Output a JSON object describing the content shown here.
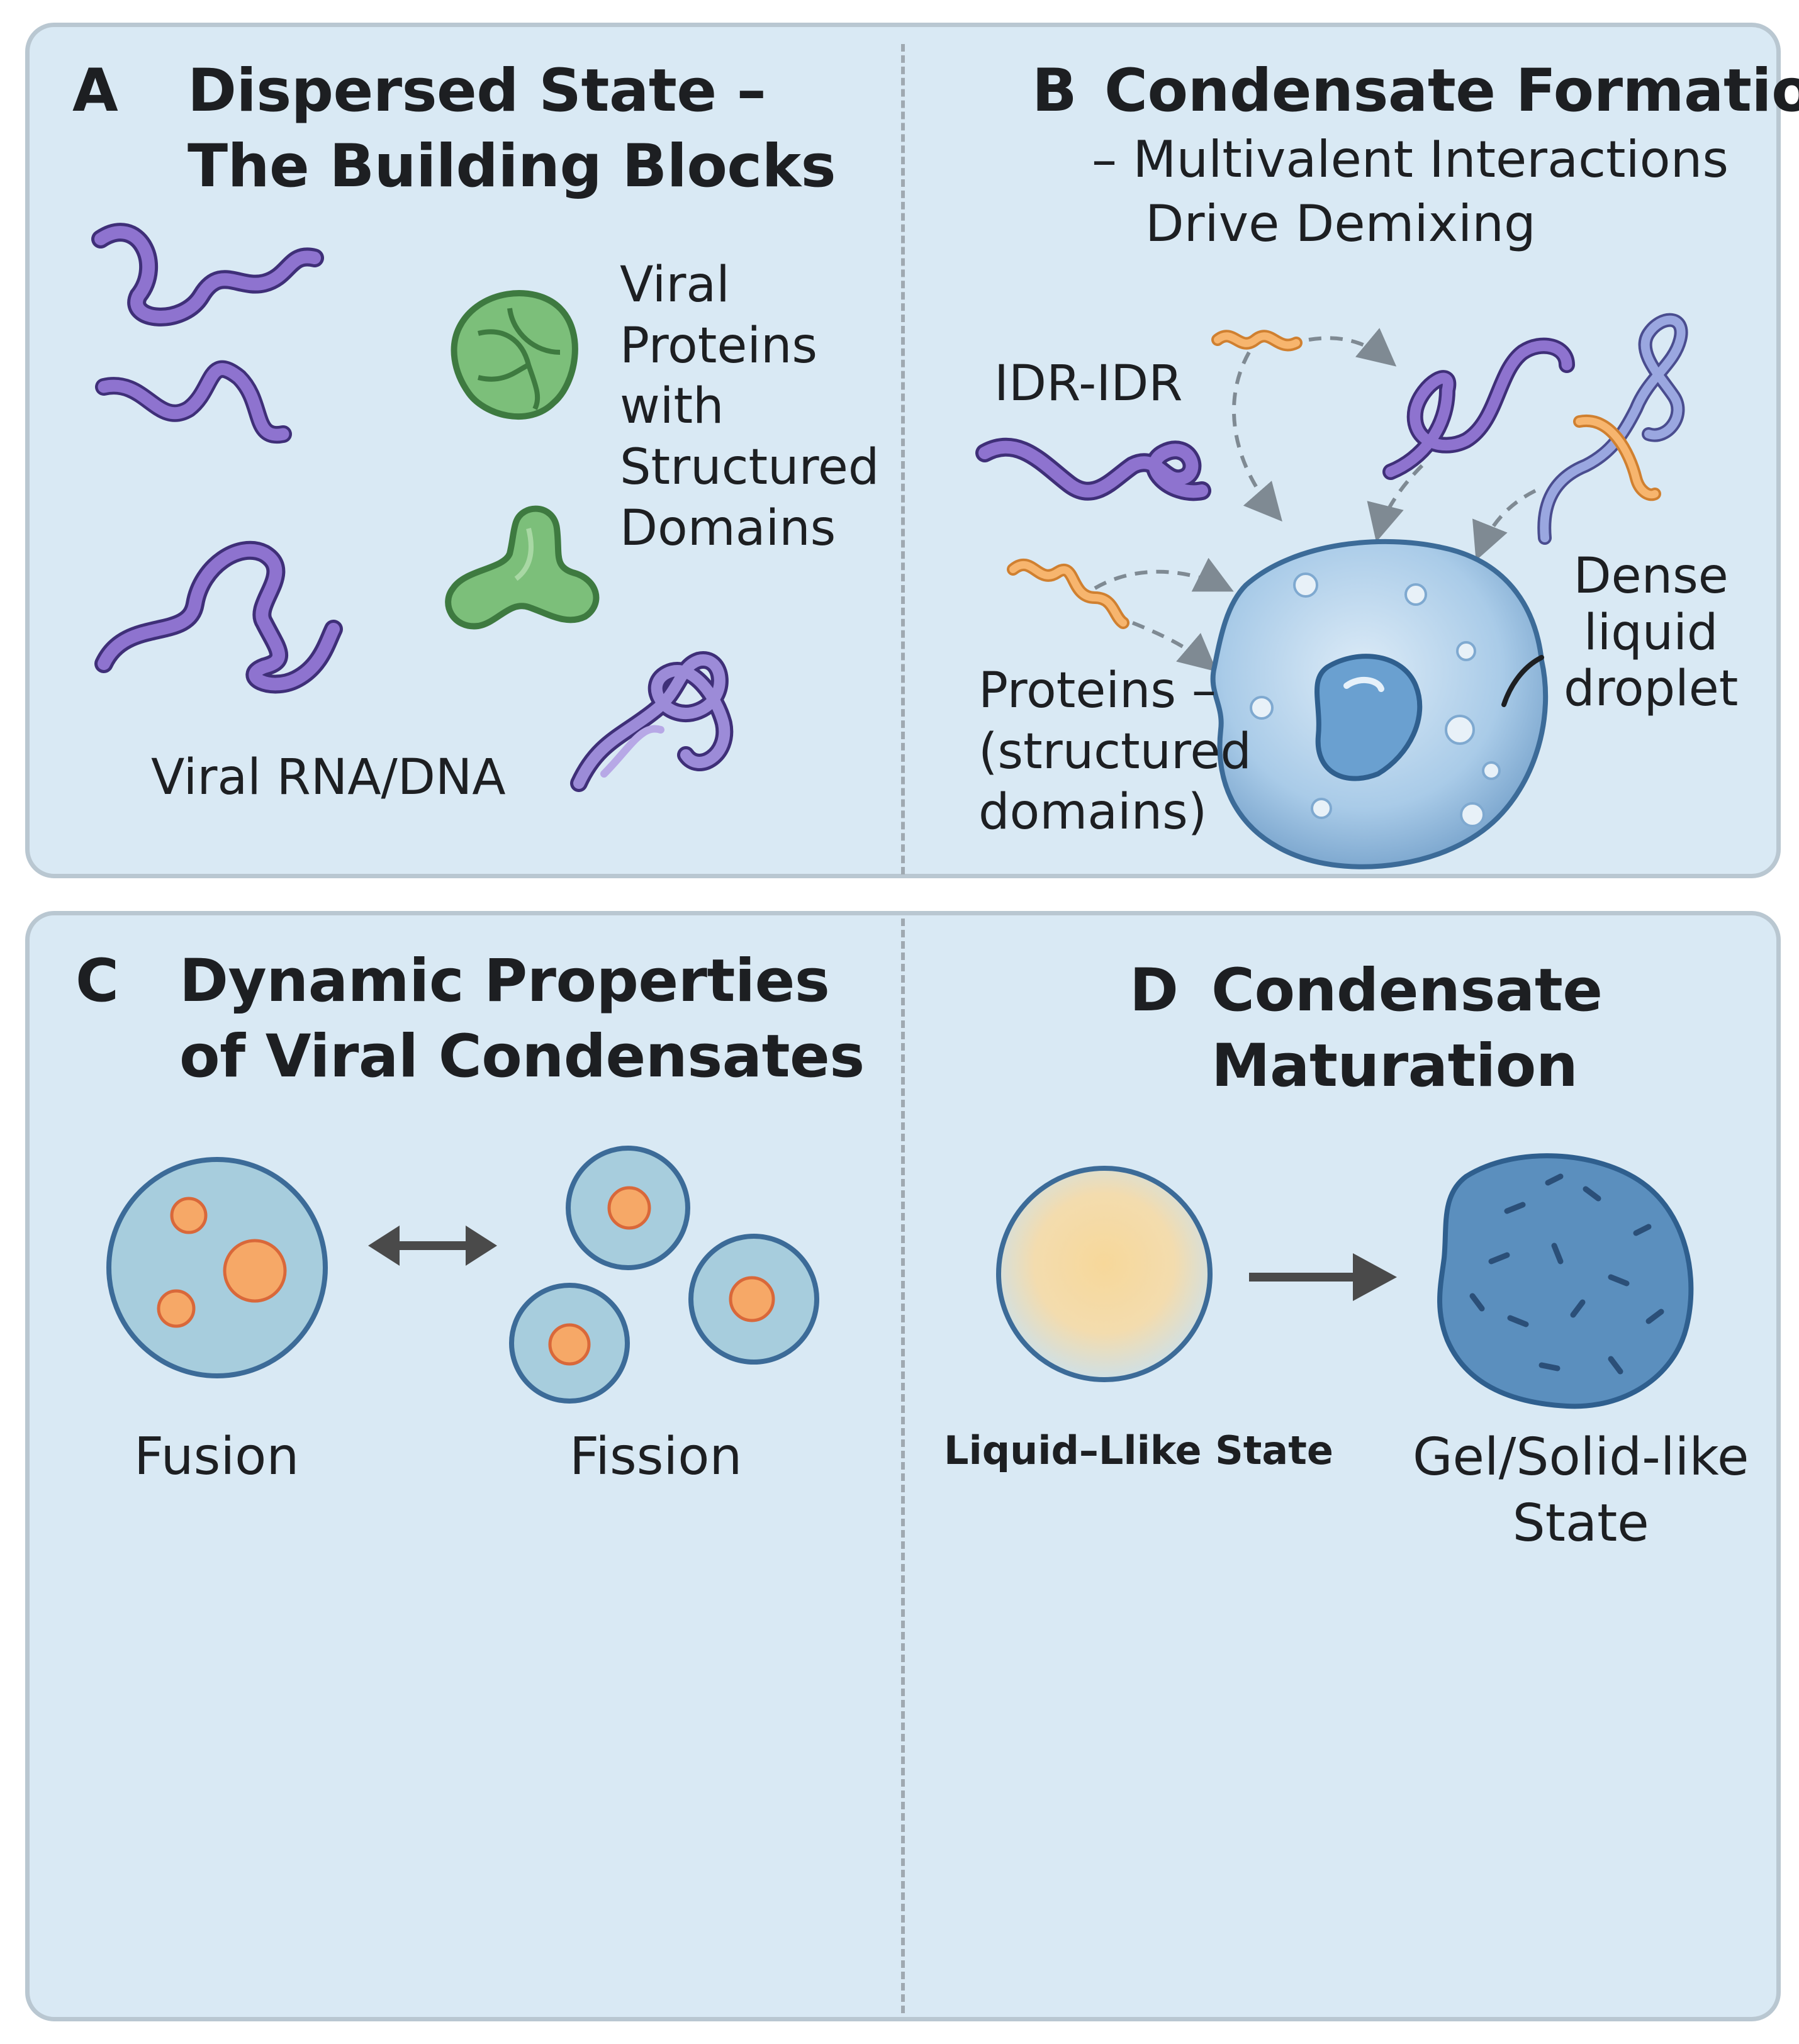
{
  "panels": [
    {
      "letter": "A",
      "title_lines": [
        "Dispersed State –",
        "The Building Blocks"
      ],
      "labels": {
        "proteins": [
          "Viral",
          "Proteins",
          "with",
          "Structured",
          "Domains"
        ],
        "nucleic": "Viral RNA/DNA"
      }
    },
    {
      "letter": "B",
      "title": "Condensate Formation",
      "subtitle_lines": [
        "– Multivalent Interactions",
        "Drive Demixing"
      ],
      "labels": {
        "idr": "IDR-IDR",
        "proteins": [
          "Proteins –",
          "(structured",
          "domains)"
        ],
        "droplet": [
          "Dense",
          "liquid",
          "droplet"
        ]
      }
    },
    {
      "letter": "C",
      "title_lines": [
        "Dynamic Properties",
        "of Viral Condensates"
      ],
      "labels": {
        "fusion": "Fusion",
        "fission": "Fission"
      }
    },
    {
      "letter": "D",
      "title_lines": [
        "Condensate",
        "Maturation"
      ],
      "labels": {
        "liquid": "Liquid–Llike State",
        "gel": [
          "Gel/Solid-like",
          "State"
        ]
      }
    }
  ],
  "colors": {
    "panel_bg": "#d9e9f4",
    "panel_border": "#b9c7d1",
    "rna_purple": "#7b5db8",
    "protein_green": "#7cbf7a",
    "idr_orange": "#f2a65c",
    "droplet_blue": "#a9cbe8",
    "condensate_fill": "#a7cddd",
    "gel_blue": "#5b8fbe",
    "liquid_yellow": "#f5d39a"
  }
}
